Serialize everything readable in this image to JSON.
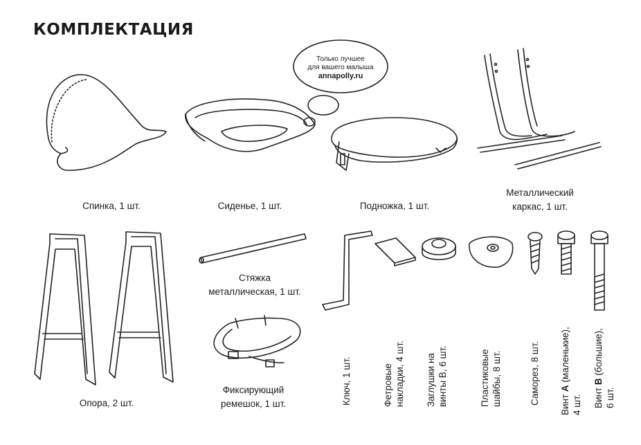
{
  "title": "КОМПЛЕКТАЦИЯ",
  "bubble": {
    "line1": "Только лучшее",
    "line2": "для вашего малыша",
    "site": "annapolly.ru"
  },
  "items": {
    "backrest": "Спинка, 1 шт.",
    "seat": "Сиденье, 1 шт.",
    "footrest": "Подножка, 1 шт.",
    "frame": {
      "line1": "Металлический",
      "line2": "каркас, 1 шт."
    },
    "support": "Опора, 2 шт.",
    "rod": {
      "line1": "Стяжка",
      "line2": "металлическая, 1 шт."
    },
    "strap": {
      "line1": "Фиксирующий",
      "line2": "ремешок, 1 шт."
    },
    "key": "Ключ, 1 шт.",
    "felt": {
      "line1": "Фетровые",
      "line2": "накладки, 4 шт."
    },
    "caps": {
      "line1": "Заглушки на",
      "line2": "винты B, 6 шт."
    },
    "washers": {
      "line1": "Пластиковые",
      "line2": "шайбы, 8 шт."
    },
    "screw": "Саморез, 8 шт.",
    "boltA": {
      "pre": "Винт ",
      "letter": "A",
      "post": " (маленькие),",
      "line2": "4 шт."
    },
    "boltB": {
      "pre": "Винт ",
      "letter": "B",
      "post": " (большие),",
      "line2": "6 шт."
    }
  }
}
